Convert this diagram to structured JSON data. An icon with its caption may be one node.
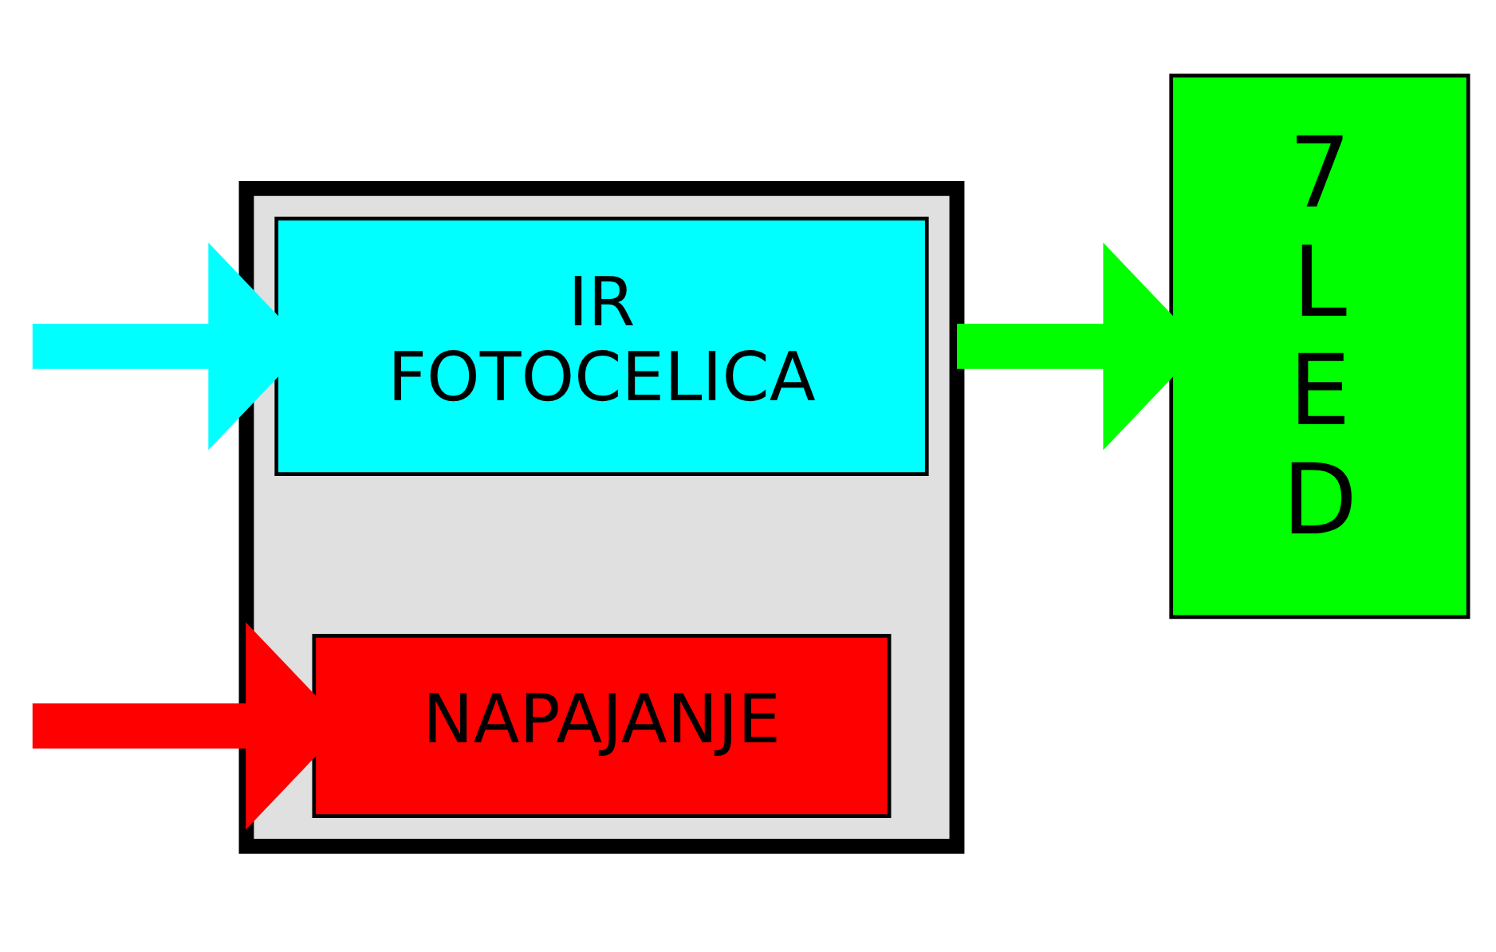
{
  "diagram": {
    "nodes": [
      {
        "text": [],
        "shape": "box"
      },
      {
        "text": [
          "IR",
          "FOTOCELICA"
        ],
        "in": 0
      },
      {
        "text": [
          "NAPAJANJE"
        ],
        "in": 0
      },
      {
        "text": [
          "7 L E D"
        ]
      }
    ],
    "edges": [
      {
        "from": null,
        "to": 1,
        "arrow": "to",
        "color": "#00ffff"
      },
      {
        "from": 0,
        "to": 3,
        "arrow": "to",
        "color": "#00ff00"
      },
      {
        "from": null,
        "to": 2,
        "arrow": "to",
        "color": "#ff0000"
      }
    ]
  }
}
